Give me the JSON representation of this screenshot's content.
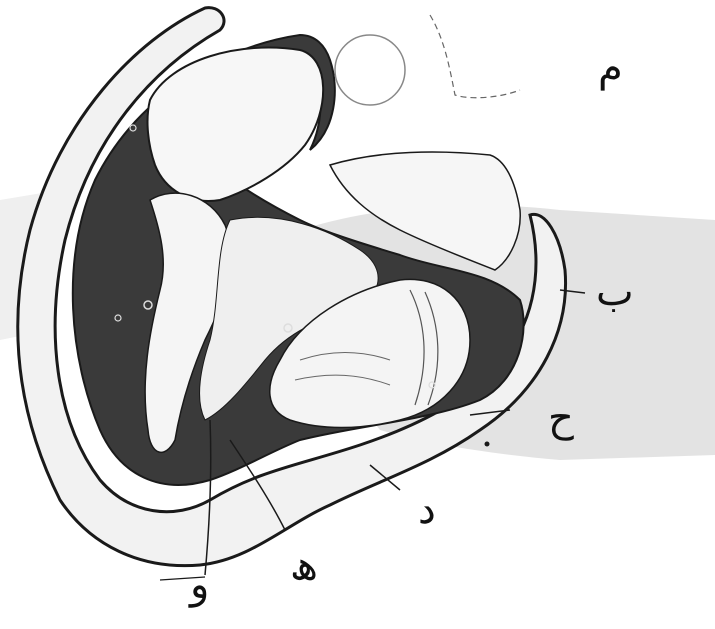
{
  "diagram": {
    "labels": {
      "a": "م",
      "b": "ب",
      "c": "ح",
      "d": "د",
      "e": "ھ",
      "f": "و"
    },
    "colors": {
      "ink": "#1a1a1a",
      "dark_fill": "#3a3a3a",
      "light_fill": "#f2f2f2",
      "haze": "#d9d9d9",
      "paper": "#ffffff"
    }
  }
}
